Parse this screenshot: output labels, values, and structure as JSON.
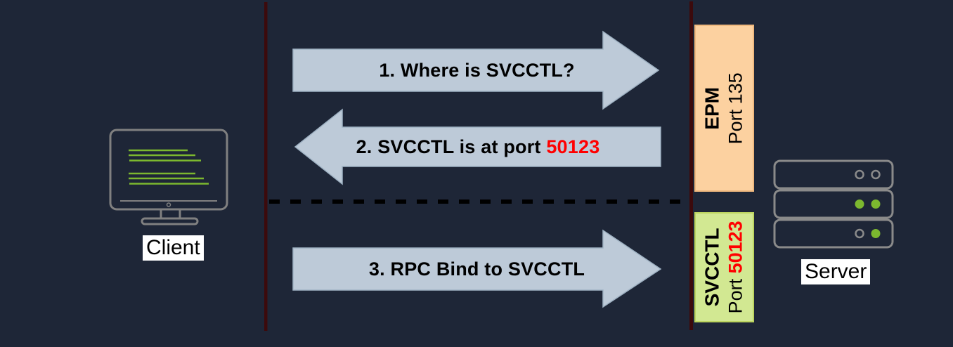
{
  "diagram": {
    "title_semantic": "rpc-endpoint-mapper-sequence",
    "background_color": "#1e2637",
    "lifeline_color": "#3c0a0c",
    "arrow_fill_color": "#bdcad8",
    "arrow_border_color": "#9fb2c3",
    "divider_color": "#000000",
    "highlight_color": "#ff0000",
    "led_green_color": "#7cb82f",
    "icon_outline_color": "#808080",
    "client": {
      "label": "Client"
    },
    "server": {
      "label": "Server"
    },
    "messages": [
      {
        "step": "1",
        "direction": "right",
        "text": "1. Where is SVCCTL?"
      },
      {
        "step": "2",
        "direction": "left",
        "text_prefix": "2. SVCCTL is at port ",
        "highlight": "50123"
      },
      {
        "step": "3",
        "direction": "right",
        "text": "3. RPC Bind to SVCCTL"
      }
    ],
    "endpoints": [
      {
        "name": "EPM",
        "port": "Port 135",
        "fill": "#fcd1a0"
      },
      {
        "name": "SVCCTL",
        "port_prefix": "Port ",
        "port_highlight": "50123",
        "fill": "#d2e892"
      }
    ]
  }
}
